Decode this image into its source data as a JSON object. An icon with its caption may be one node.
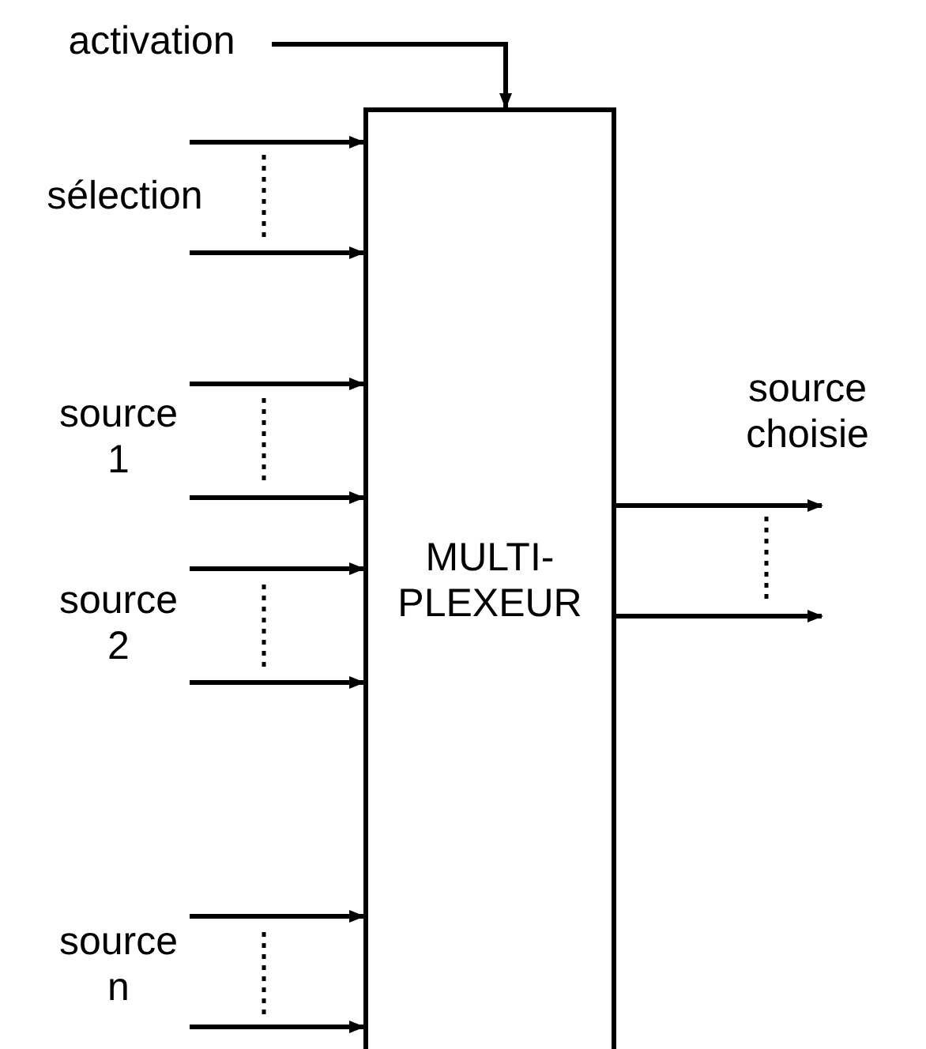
{
  "diagram": {
    "nodes": [
      {
        "text": [
          "MULTI- PLEXEUR"
        ]
      },
      {
        "text": [
          "activation"
        ]
      }
    ],
    "edges": [
      {
        "from": 1,
        "to": 0,
        "arrow": "to"
      },
      {
        "from": null,
        "to": 0,
        "arrow": "to"
      },
      {
        "from": null,
        "to": 0,
        "arrow": "to"
      },
      {
        "from": null,
        "to": 0,
        "arrow": "to"
      },
      {
        "from": null,
        "to": 0,
        "arrow": "to"
      },
      {
        "from": null,
        "to": 0,
        "arrow": "to"
      },
      {
        "from": null,
        "to": 0,
        "arrow": "to"
      },
      {
        "from": null,
        "to": 0,
        "arrow": "to"
      },
      {
        "from": null,
        "to": 0,
        "arrow": "to"
      },
      {
        "from": 0,
        "to": null,
        "arrow": "to"
      },
      {
        "from": 0,
        "to": null,
        "arrow": "to"
      }
    ],
    "labels": [
      "sélection",
      "source 1",
      "source 2",
      "source n",
      "source choisie"
    ]
  }
}
